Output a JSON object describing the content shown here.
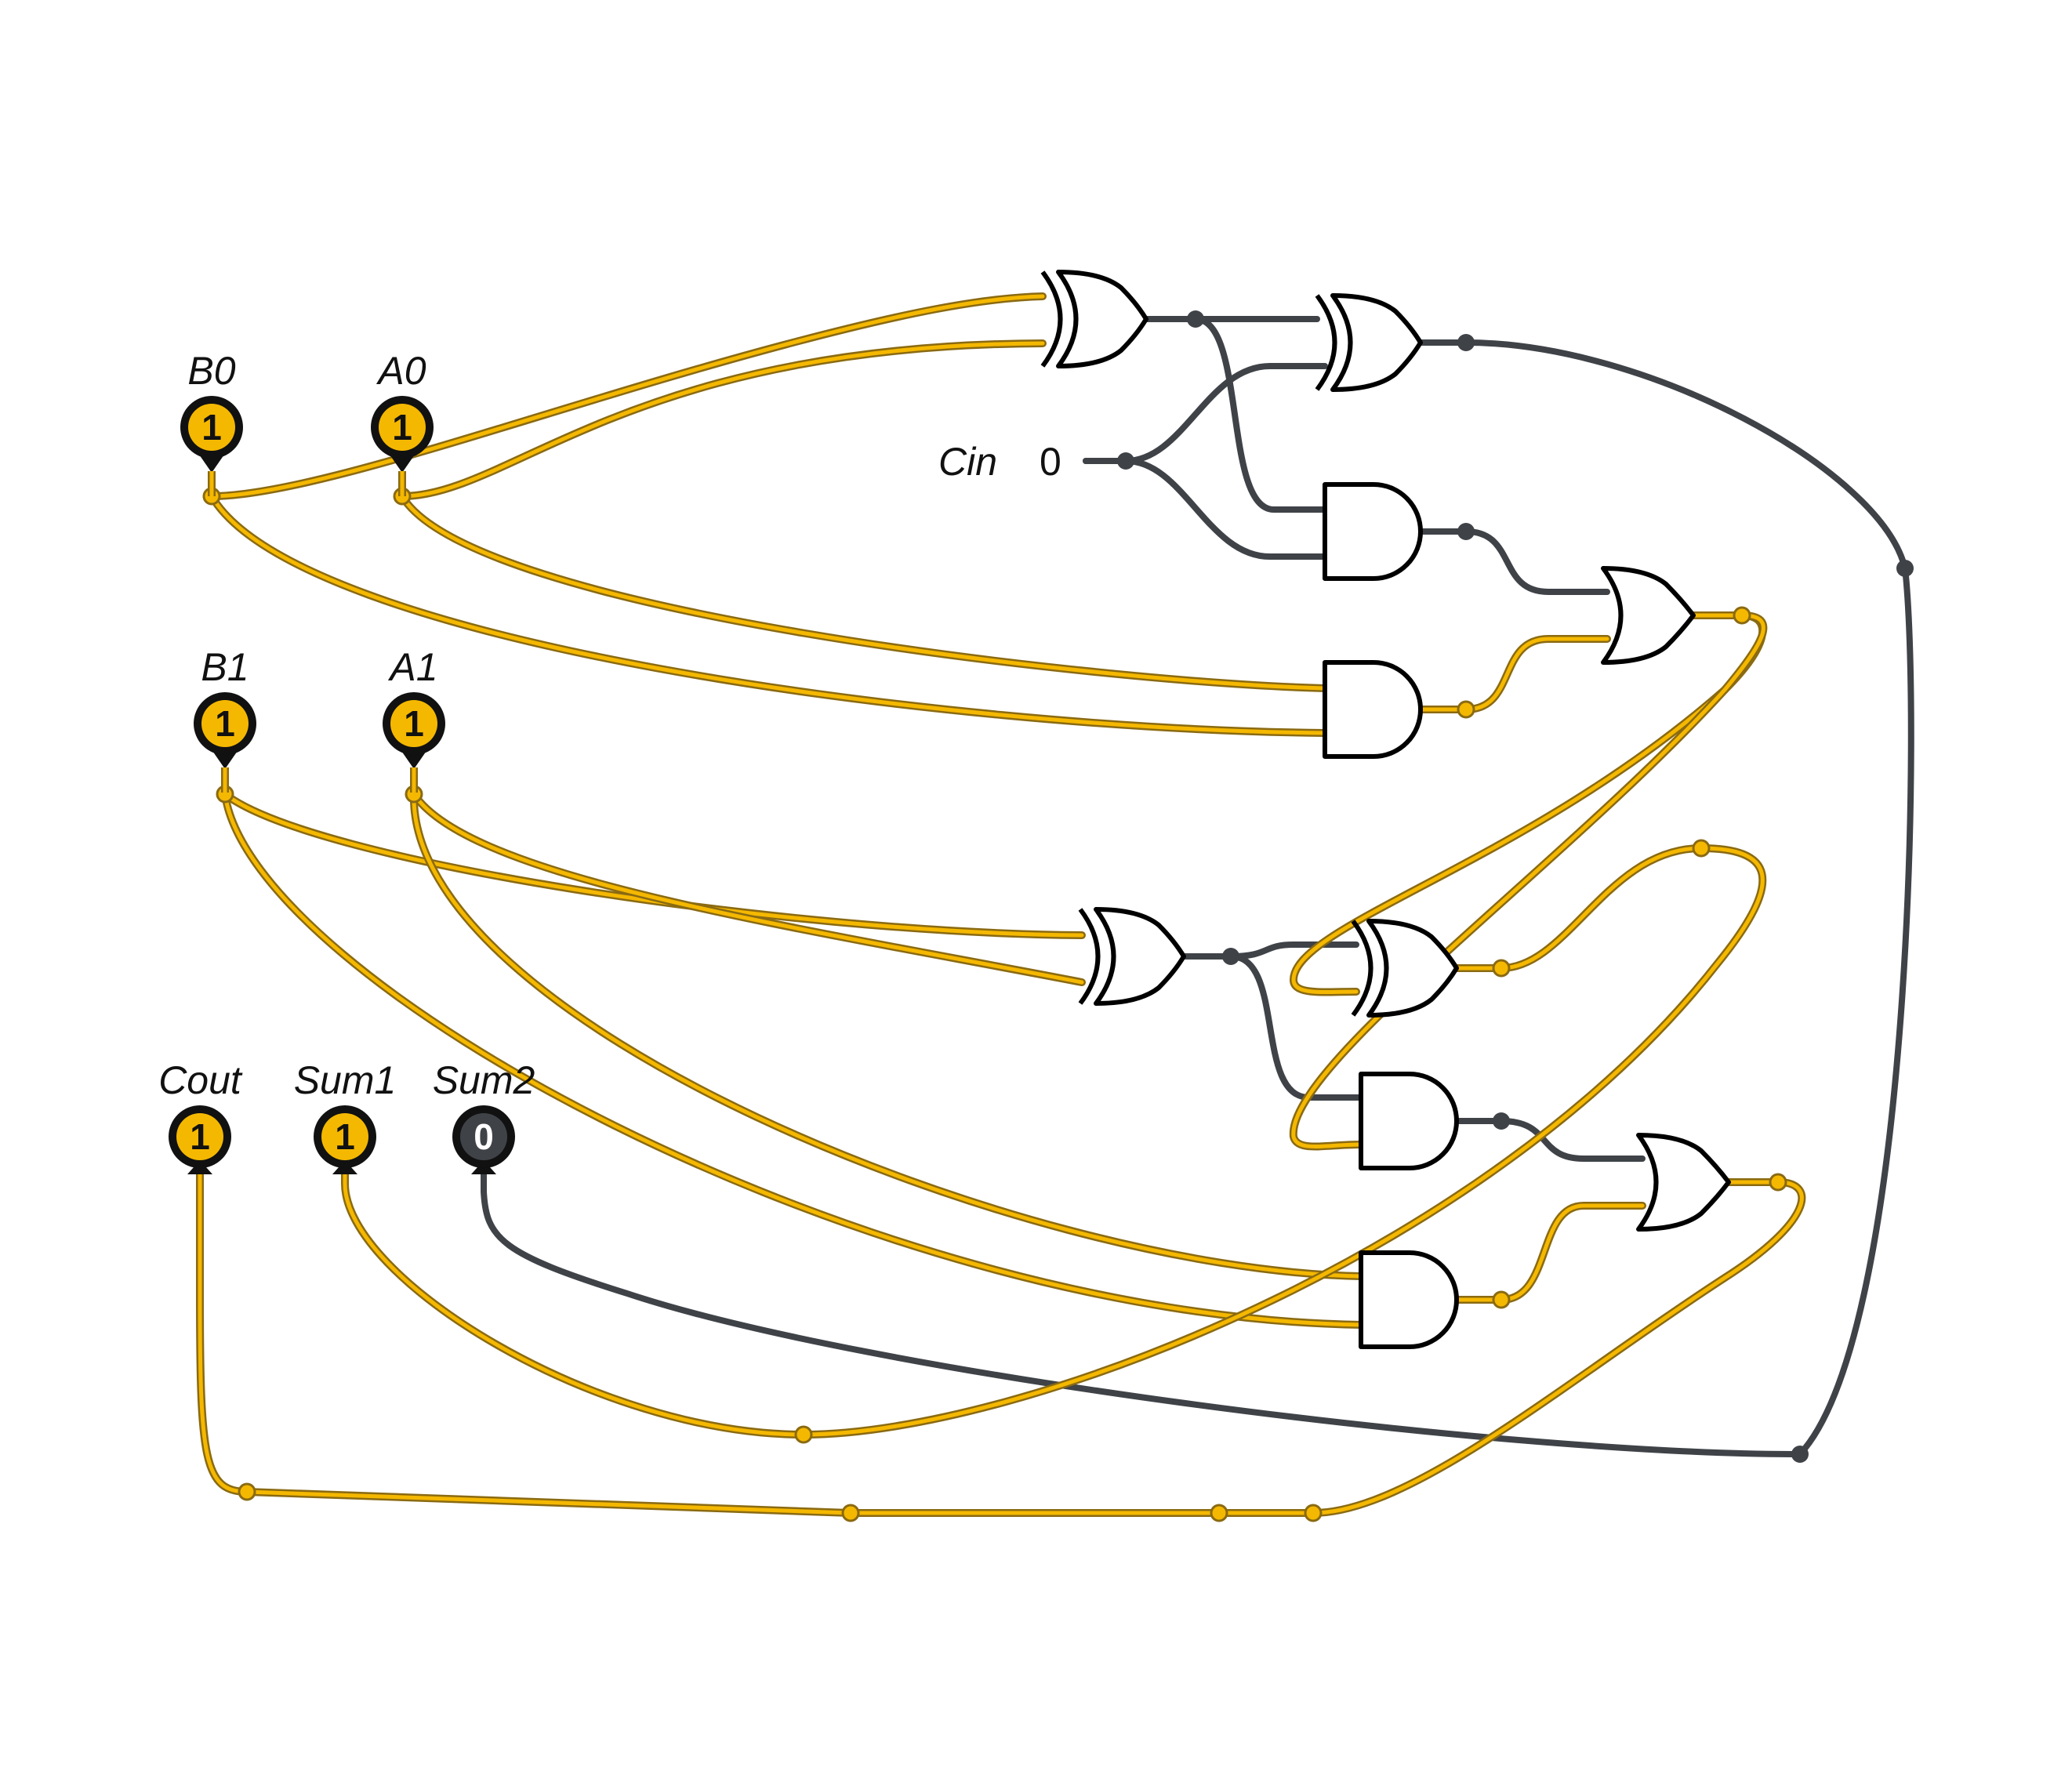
{
  "circuit": {
    "inputs": [
      {
        "id": "b0",
        "label": "B0",
        "value": "1",
        "on": true
      },
      {
        "id": "a0",
        "label": "A0",
        "value": "1",
        "on": true
      },
      {
        "id": "b1",
        "label": "B1",
        "value": "1",
        "on": true
      },
      {
        "id": "a1",
        "label": "A1",
        "value": "1",
        "on": true
      }
    ],
    "constant": {
      "label": "Cin",
      "value": "0"
    },
    "outputs": [
      {
        "id": "cout",
        "label": "Cout",
        "value": "1",
        "on": true
      },
      {
        "id": "sum1",
        "label": "Sum1",
        "value": "1",
        "on": true
      },
      {
        "id": "sum2",
        "label": "Sum2",
        "value": "0",
        "on": false
      }
    ],
    "gates": [
      {
        "id": "xor1",
        "type": "XOR"
      },
      {
        "id": "xor2",
        "type": "XOR"
      },
      {
        "id": "and1",
        "type": "AND"
      },
      {
        "id": "and2",
        "type": "AND"
      },
      {
        "id": "or1",
        "type": "OR"
      },
      {
        "id": "xor3",
        "type": "XOR"
      },
      {
        "id": "xor4",
        "type": "XOR"
      },
      {
        "id": "and3",
        "type": "AND"
      },
      {
        "id": "and4",
        "type": "AND"
      },
      {
        "id": "or2",
        "type": "OR"
      }
    ],
    "colors": {
      "on": "#f5b800",
      "on_edge": "#8a6a12",
      "off": "#3f4348",
      "gate_stroke": "#000000"
    }
  }
}
